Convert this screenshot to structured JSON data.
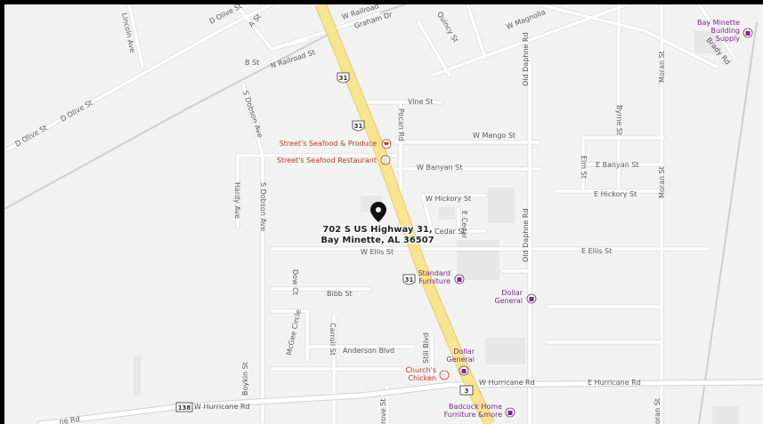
{
  "map": {
    "address": {
      "line1": "702 S US Highway 31,",
      "line2": "Bay Minette, AL 36507"
    },
    "shields": [
      {
        "id": "us31a",
        "label": "31"
      },
      {
        "id": "us31b",
        "label": "31"
      },
      {
        "id": "us31c",
        "label": "31"
      },
      {
        "id": "route3",
        "label": "3"
      },
      {
        "id": "route138",
        "label": "138"
      }
    ],
    "streets": {
      "d_olive_st_top": "D Olive St",
      "a_st": "A St",
      "w_railroad_top": "W Railroad",
      "graham_dr": "Graham Dr",
      "quincy_st": "Quincy St",
      "w_magnolia": "W Magnolia",
      "n_railroad_st": "N Railroad St",
      "b_st": "B St",
      "lincoln_ave": "Lincoln Ave",
      "s_dobson_ave": "S Dobson Ave",
      "d_olive_st_left": "D Olive St",
      "d_olive_st_left2": "D Olive St",
      "vine_st": "Vine St",
      "pecan_rd": "Pecan Rd",
      "w_mango_st": "W Mango St",
      "old_daphne_rd_top": "Old Daphne Rd",
      "byrne_st": "Byrne St",
      "moran_st_top": "Moran St",
      "brady_rd": "Brady Rd",
      "w_banyan_st": "W Banyan St",
      "e_banyan_st": "E Banyan St",
      "elm_st": "Elm St",
      "e_hickory_st": "E Hickory St",
      "moran_st_mid": "Moran St",
      "hardy_ave": "Hardy Ave",
      "s_dobson_ave2": "S Dobson Ave",
      "w_hickory_st": "W Hickory St",
      "e_cedar": "E Cedar",
      "cedar_st": "Cedar St",
      "old_daphne_rd_mid": "Old Daphne Rd",
      "w_ellis_st": "W Ellis St",
      "e_ellis_st": "E Ellis St",
      "dow_ct": "Dow Ct",
      "bibb_st": "Bibb St",
      "mcgee_circle": "McGee Circle",
      "carroll_st": "Carroll St",
      "anderson_blvd": "Anderson Blvd",
      "still_blvd": "Still Blvd",
      "boykin_st": "Boykin St",
      "w_hurricane_rd_left": "W Hurricane Rd",
      "w_hurricane_rd_right": "W Hurricane Rd",
      "e_hurricane_rd": "E Hurricane Rd",
      "hurricane_rd_far_left": "ne Rd",
      "rove_st": "rove St",
      "moran_st_bottom": "oran St"
    },
    "pois": [
      {
        "id": "streets-seafood-produce",
        "name": "Street's Seafood & Produce",
        "kind": "shop-cart"
      },
      {
        "id": "streets-seafood-restaurant",
        "name": "Street's Seafood Restaurant",
        "kind": "food"
      },
      {
        "id": "standard-furniture",
        "line1": "Standard",
        "line2": "Furniture",
        "kind": "shop"
      },
      {
        "id": "dollar-general-1",
        "line1": "Dollar",
        "line2": "General",
        "kind": "shop"
      },
      {
        "id": "dollar-general-2",
        "line1": "Dollar",
        "line2": "General",
        "kind": "shop"
      },
      {
        "id": "churchs-chicken",
        "line1": "Church's",
        "line2": "Chicken",
        "kind": "food"
      },
      {
        "id": "badcock-home",
        "line1": "Badcock Home",
        "line2": "Furniture &more",
        "kind": "shop"
      },
      {
        "id": "bay-minette-building-supply",
        "line1": "Bay Minette",
        "line2": "Building",
        "line3": "Supply",
        "kind": "shop"
      }
    ],
    "colors": {
      "background": "#f2f2f2",
      "road": "#ffffff",
      "road_edge": "#dcdcdc",
      "highway": "#f7e48f",
      "highway_edge": "#e4cc6a",
      "railroad": "#cfcfcf",
      "block": "#e6e6e6",
      "food_poi": "#c0392b",
      "shop_poi": "#7a2a86"
    }
  }
}
